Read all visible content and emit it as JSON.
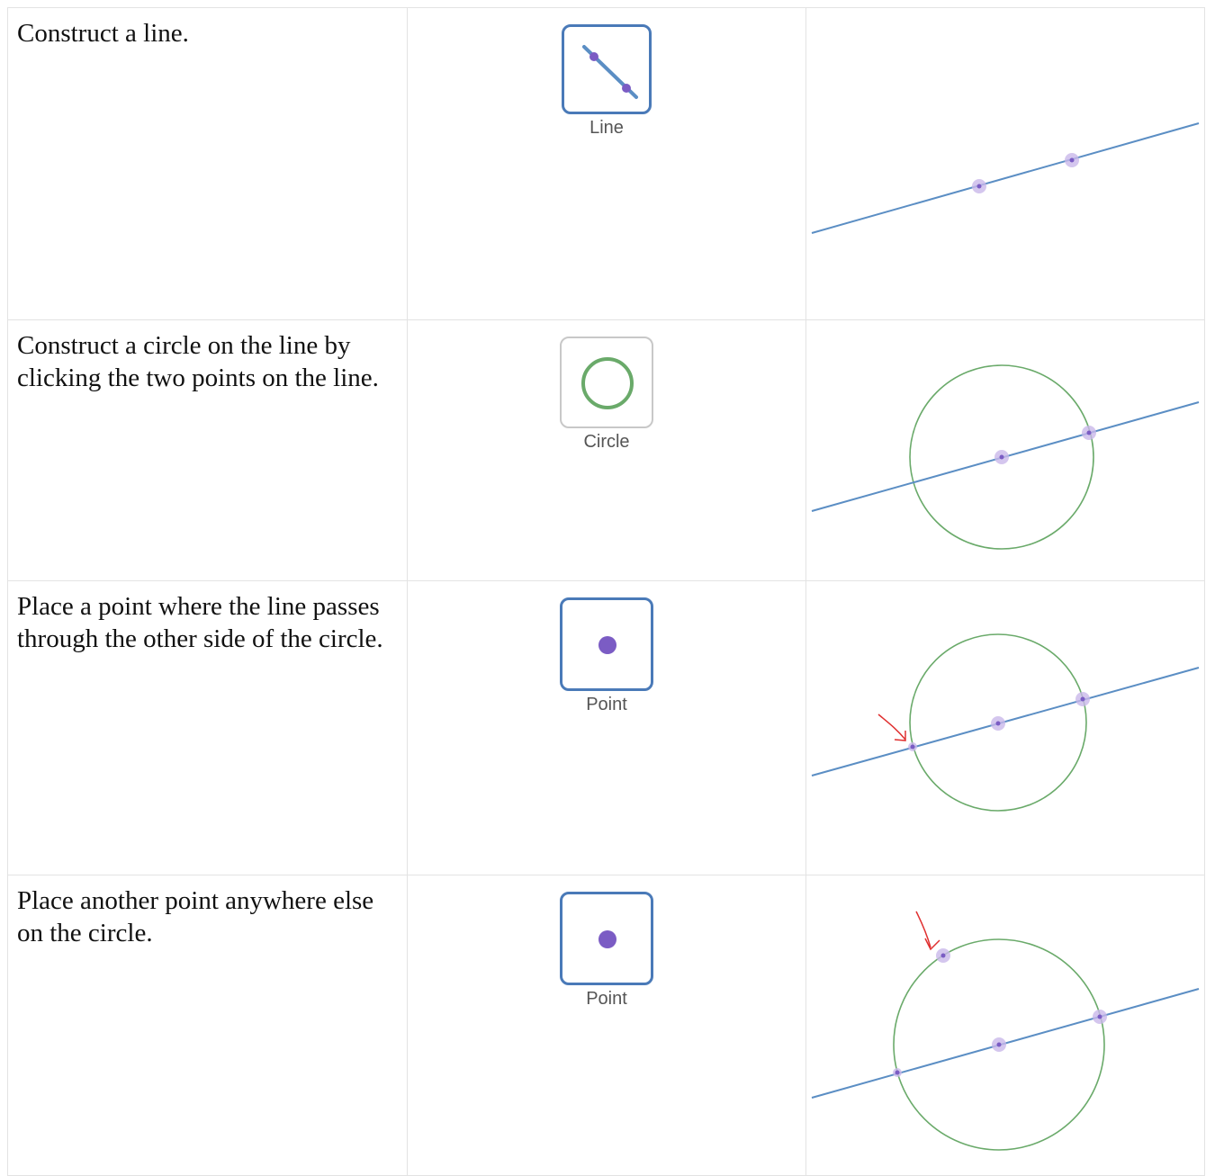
{
  "steps": [
    {
      "instruction": "Construct a line.",
      "tool": {
        "label": "Line",
        "icon": "line-tool-icon",
        "state": "active"
      }
    },
    {
      "instruction": "Construct a circle on the line by clicking the two points on the line.",
      "tool": {
        "label": "Circle",
        "icon": "circle-tool-icon",
        "state": "inactive"
      }
    },
    {
      "instruction": "Place a point where the line passes through the other side of the circle.",
      "tool": {
        "label": "Point",
        "icon": "point-tool-icon",
        "state": "active"
      }
    },
    {
      "instruction": "Place another point anywhere else on the circle.",
      "tool": {
        "label": "Point",
        "icon": "point-tool-icon",
        "state": "active"
      }
    }
  ],
  "colors": {
    "line": "#5b8ec4",
    "circle": "#6aaa6a",
    "point": "#7b5cc4",
    "point_halo": "#c9b8ea",
    "tool_border_active": "#4a7ab8",
    "tool_border_inactive": "#c8c8c8",
    "arrow": "#e03030"
  }
}
